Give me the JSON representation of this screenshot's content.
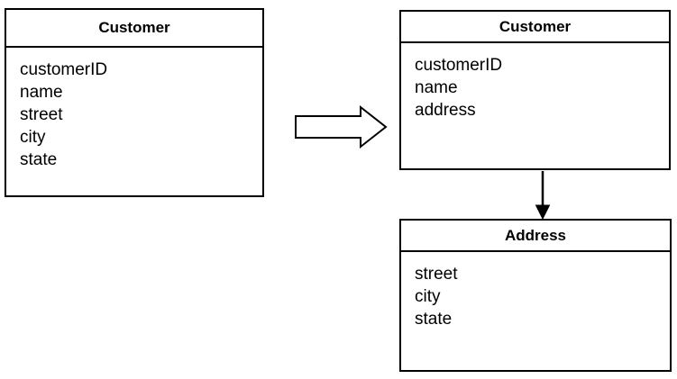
{
  "diagram": {
    "before_box": {
      "title": "Customer",
      "attributes": [
        "customerID",
        "name",
        "street",
        "city",
        "state"
      ]
    },
    "after_customer_box": {
      "title": "Customer",
      "attributes": [
        "customerID",
        "name",
        "address"
      ]
    },
    "after_address_box": {
      "title": "Address",
      "attributes": [
        "street",
        "city",
        "state"
      ]
    },
    "icons": {
      "transform_arrow": "hollow-right-arrow-icon",
      "association_arrow": "filled-down-arrow-icon"
    },
    "colors": {
      "line": "#000000",
      "fill": "#ffffff"
    }
  }
}
